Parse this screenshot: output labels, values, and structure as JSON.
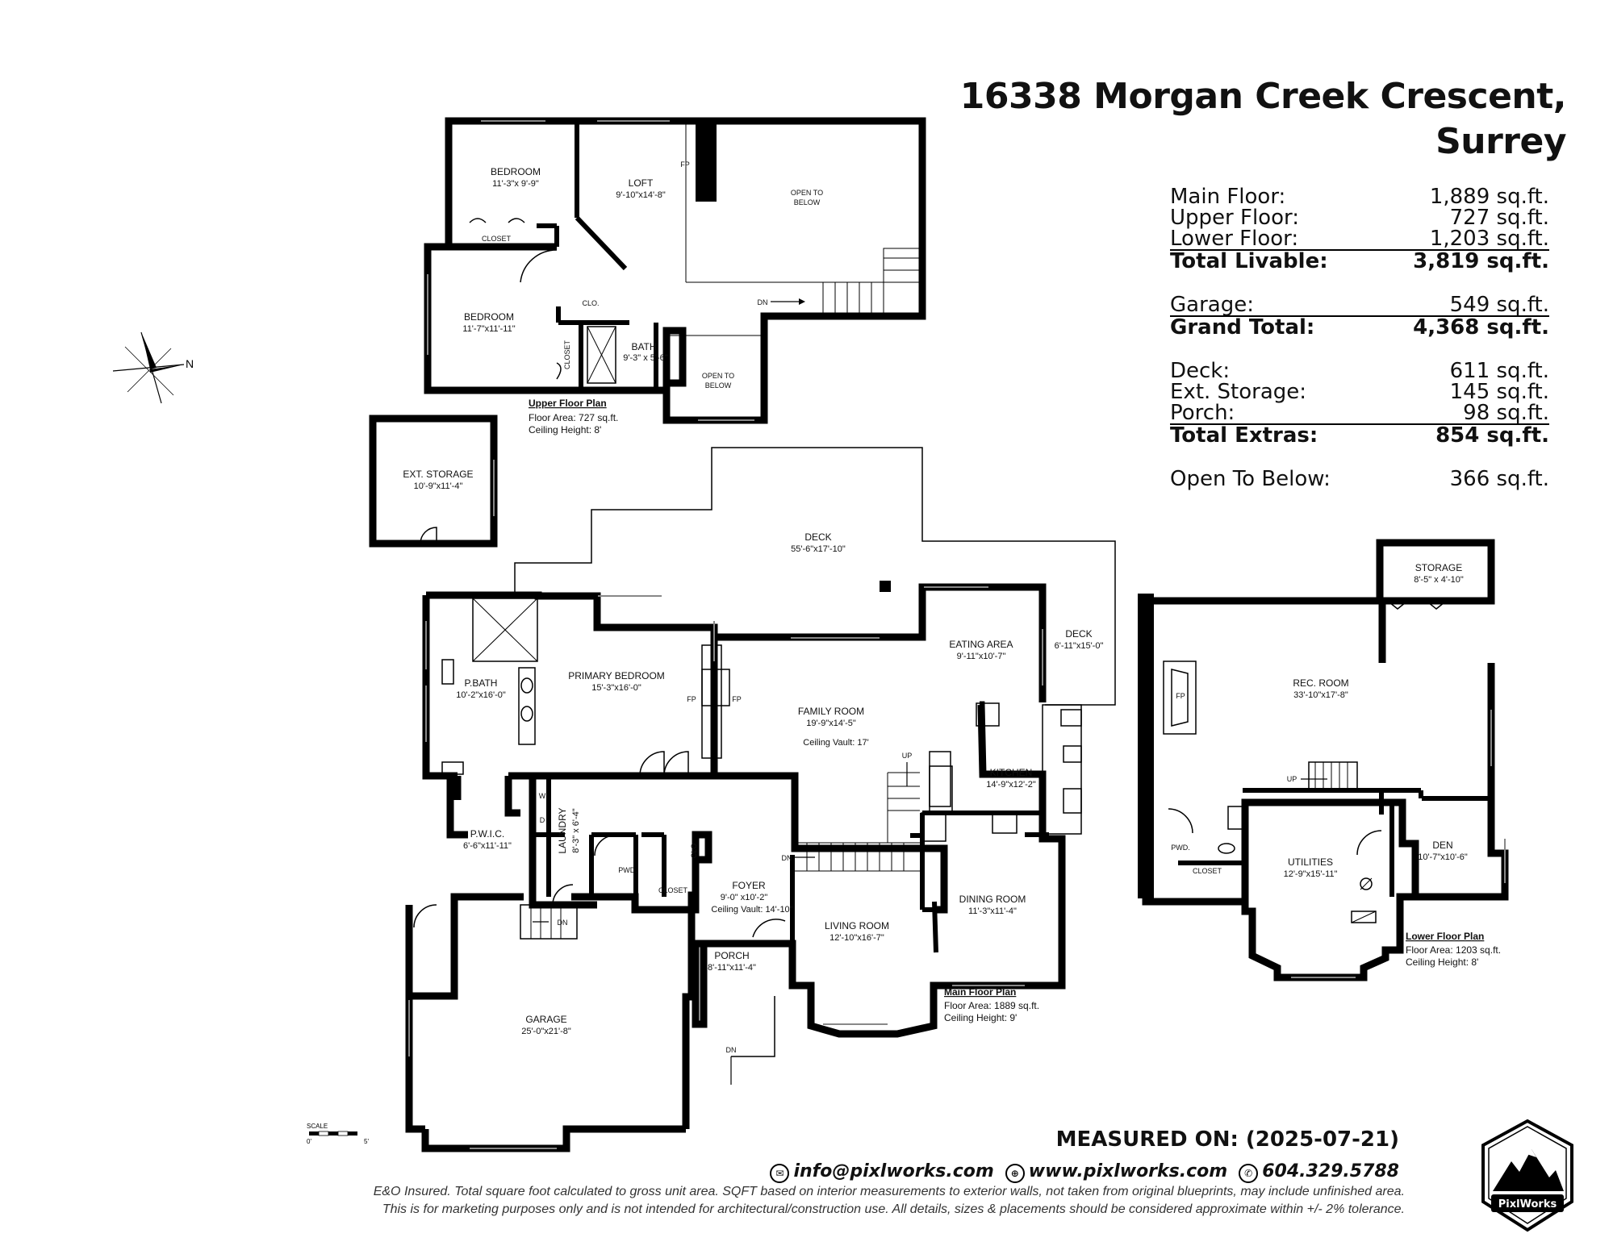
{
  "title": {
    "line1": "16338 Morgan Creek Crescent,",
    "line2": "Surrey"
  },
  "summary": [
    {
      "label": "Main Floor:",
      "value": "1,889 sq.ft.",
      "total": false
    },
    {
      "label": "Upper Floor:",
      "value": "727 sq.ft.",
      "total": false
    },
    {
      "label": "Lower Floor:",
      "value": "1,203 sq.ft.",
      "total": false
    },
    {
      "label": "Total Livable:",
      "value": "3,819 sq.ft.",
      "total": true
    },
    {
      "label": "Garage:",
      "value": "549 sq.ft.",
      "total": false
    },
    {
      "label": "Grand Total:",
      "value": "4,368 sq.ft.",
      "total": true
    },
    {
      "label": "Deck:",
      "value": "611 sq.ft.",
      "total": false
    },
    {
      "label": "Ext. Storage:",
      "value": "145 sq.ft.",
      "total": false
    },
    {
      "label": "Porch:",
      "value": "98 sq.ft.",
      "total": false
    },
    {
      "label": "Total Extras:",
      "value": "854 sq.ft.",
      "total": true
    },
    {
      "label": "Open To Below:",
      "value": "366 sq.ft.",
      "total": false
    }
  ],
  "upper_floor": {
    "label": "Upper Floor Plan",
    "area": "Floor Area: 727 sq.ft.",
    "ceiling": "Ceiling Height: 8'",
    "rooms": {
      "bedroom1": {
        "name": "BEDROOM",
        "dim": "11'-3\"x 9'-9\""
      },
      "loft": {
        "name": "LOFT",
        "dim": "9'-10\"x14'-8\""
      },
      "open1": {
        "name": "OPEN TO",
        "name2": "BELOW"
      },
      "closet": {
        "name": "CLOSET"
      },
      "bedroom2": {
        "name": "BEDROOM",
        "dim": "11'-7\"x11'-11\""
      },
      "clo": {
        "name": "CLO."
      },
      "closet2": {
        "name": "CLOSET"
      },
      "bath": {
        "name": "BATH",
        "dim": "9'-3\" x 5'-6\""
      },
      "open2": {
        "name": "OPEN TO",
        "name2": "BELOW"
      },
      "fp": "FP",
      "dn": "DN"
    }
  },
  "ext_storage": {
    "name": "EXT. STORAGE",
    "dim": "10'-9\"x11'-4\""
  },
  "main_floor": {
    "label": "Main Floor Plan",
    "area": "Floor Area: 1889 sq.ft.",
    "ceiling": "Ceiling Height: 9'",
    "rooms": {
      "deck": {
        "name": "DECK",
        "dim": "55'-6\"x17'-10\""
      },
      "deck2": {
        "name": "DECK",
        "dim": "6'-11\"x15'-0\""
      },
      "eating": {
        "name": "EATING AREA",
        "dim": "9'-11\"x10'-7\""
      },
      "pbath": {
        "name": "P.BATH",
        "dim": "10'-2\"x16'-0\""
      },
      "primary": {
        "name": "PRIMARY BEDROOM",
        "dim": "15'-3\"x16'-0\""
      },
      "family": {
        "name": "FAMILY ROOM",
        "dim": "19'-9\"x14'-5\"",
        "extra": "Ceiling Vault: 17'"
      },
      "kitchen": {
        "name": "KITCHEN",
        "dim": "14'-9\"x12'-2\""
      },
      "pwic": {
        "name": "P.W.I.C.",
        "dim": "6'-6\"x11'-11\""
      },
      "laundry": {
        "name": "LAUNDRY",
        "dim": "8'-3\" x 6'-4\""
      },
      "pwd": {
        "name": "PWD."
      },
      "clo": {
        "name": "CLO"
      },
      "closet": {
        "name": "CLOSET"
      },
      "foyer": {
        "name": "FOYER",
        "dim": "9'-0\" x10'-2\"",
        "extra": "Ceiling Vault: 14'-10\""
      },
      "dining": {
        "name": "DINING ROOM",
        "dim": "11'-3\"x11'-4\""
      },
      "living": {
        "name": "LIVING ROOM",
        "dim": "12'-10\"x16'-7\""
      },
      "porch": {
        "name": "PORCH",
        "dim": "8'-11\"x11'-4\""
      },
      "garage": {
        "name": "GARAGE",
        "dim": "25'-0\"x21'-8\""
      },
      "up": "UP",
      "dn": "DN",
      "dn2": "DN",
      "dn3": "DN",
      "fp": "FP",
      "w": "W",
      "d": "D"
    }
  },
  "lower_floor": {
    "label": "Lower Floor Plan",
    "area": "Floor Area: 1203 sq.ft.",
    "ceiling": "Ceiling Height: 8'",
    "rooms": {
      "storage": {
        "name": "STORAGE",
        "dim": "8'-5\" x 4'-10\""
      },
      "rec": {
        "name": "REC. ROOM",
        "dim": "33'-10\"x17'-8\""
      },
      "fp": "FP",
      "up": "UP",
      "pwd": {
        "name": "PWD."
      },
      "closet": {
        "name": "CLOSET"
      },
      "utilities": {
        "name": "UTILITIES",
        "dim": "12'-9\"x15'-11\""
      },
      "den": {
        "name": "DEN",
        "dim": "10'-7\"x10'-6\""
      }
    }
  },
  "compass": "N",
  "scale": {
    "label": "SCALE",
    "start": "0'",
    "end": "5'"
  },
  "footer": {
    "measured": "MEASURED ON: (2025-07-21)",
    "email": "info@pixlworks.com",
    "web": "www.pixlworks.com",
    "phone": "604.329.5788",
    "disclaimer1": "E&O Insured.  Total square foot calculated to gross unit area. SQFT based on interior measurements to exterior walls, not taken from original blueprints, may include unfinished area.",
    "disclaimer2": "This is for marketing purposes only and is not intended for architectural/construction use.  All details, sizes & placements should be considered approximate within +/- 2%  tolerance.",
    "logo": "PixlWorks"
  }
}
